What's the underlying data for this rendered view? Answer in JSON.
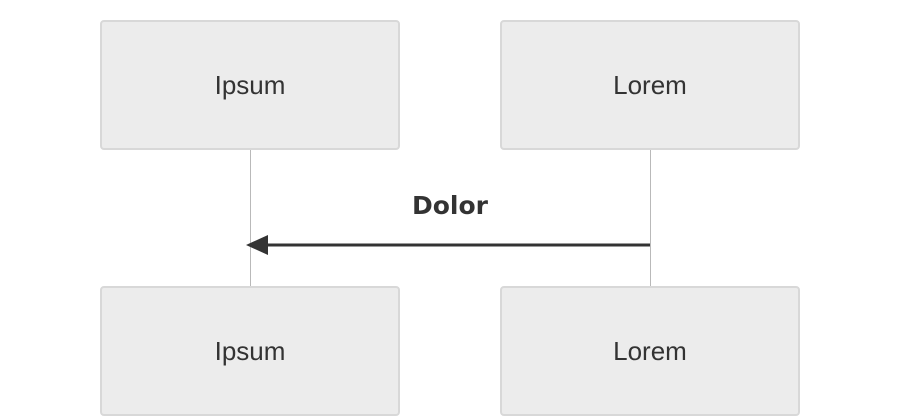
{
  "diagram": {
    "type": "sequence",
    "participants": [
      {
        "id": "ipsum",
        "label": "Ipsum"
      },
      {
        "id": "lorem",
        "label": "Lorem"
      }
    ],
    "messages": [
      {
        "from": "lorem",
        "to": "ipsum",
        "label": "Dolor"
      }
    ]
  },
  "colors": {
    "box_fill": "#ececec",
    "box_border": "#d8d8d8",
    "lifeline": "#b9b9b9",
    "arrow": "#333333",
    "text": "#333333"
  }
}
